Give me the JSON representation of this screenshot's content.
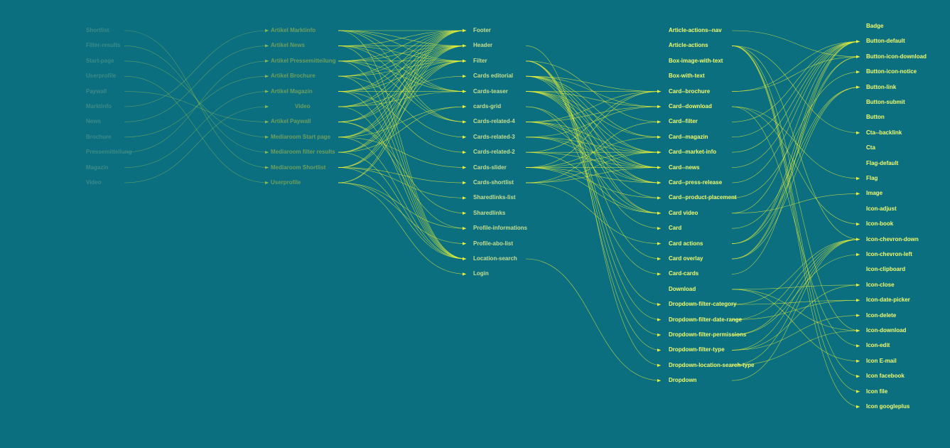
{
  "colors": {
    "background": "#0c6f80",
    "edge": "#e8f23a",
    "col1_text": "#3c8a86",
    "col2_text": "#6e9f5c",
    "col3_text": "#c7df8e",
    "col4_text": "#f1fb6c",
    "col5_text": "#f1fb6c"
  },
  "columns": [
    {
      "id": "pages",
      "nodes": [
        "Shortlist",
        "Filter-results",
        "Start-page",
        "Userprofile",
        "Paywall",
        "Marktinfo",
        "News",
        "Brochure",
        "Pressemitteilung",
        "Magazin",
        "Video"
      ]
    },
    {
      "id": "templates",
      "nodes": [
        "Artikel Marktinfo",
        "Artikel News",
        "Artikel Pressemitteilung",
        "Artikel Brochure",
        "Artikel Magazin",
        "Video",
        "Artikel Paywall",
        "Mediaroom  Start page",
        "Mediaroom filter results",
        "Mediaroom Shortlist",
        "Userprofile"
      ]
    },
    {
      "id": "organisms",
      "nodes": [
        "Footer",
        "Header",
        "Filter",
        "Cards editorial",
        "Cards-teaser",
        "cards-grid",
        "Cards-related-4",
        "Cards-related-3",
        "Cards-related-2",
        "Cards-slider",
        "Cards-shortlist",
        "Sharedlinks-list",
        "Sharedlinks",
        "Profile-informations",
        "Profile-abo-list",
        "Location-search",
        "Login"
      ]
    },
    {
      "id": "molecules",
      "nodes": [
        "Article-actions--nav",
        "Article-actions",
        "Box-image-with-text",
        "Box-with-text",
        "Card--brochure",
        "Card--download",
        "Card--filter",
        "Card--magazin",
        "Card--market-info",
        "Card--news",
        "Card--press-release",
        "Card--product-placement",
        "Card video",
        "Card",
        "Card actions",
        "Card overlay",
        "Card-cards",
        "Download",
        "Dropdown-filter-category",
        "Dropdown-filter-date-range",
        "Dropdown-filter-permissions",
        "Dropdown-filter-type",
        "Dropdown-location-search-type",
        "Dropdown"
      ]
    },
    {
      "id": "atoms",
      "nodes": [
        "Badge",
        "Button-default",
        "Button-icon-download",
        "Button-icon-notice",
        "Button-link",
        "Button-submit",
        "Button",
        "Cta--backlink",
        "Cta",
        "Flag-default",
        "Flag",
        "Image",
        "Icon-adjust",
        "Icon-book",
        "Icon-chevron-down",
        "Icon-chevron-left",
        "Icon-clipboard",
        "Icon-close",
        "Icon-date-picker",
        "Icon-delete",
        "Icon-download",
        "Icon-edit",
        "Icon E-mail",
        "Icon facebook",
        "Icon file",
        "Icon googleplus"
      ]
    }
  ],
  "edges": [
    [
      0,
      0,
      1,
      9
    ],
    [
      0,
      1,
      1,
      8
    ],
    [
      0,
      2,
      1,
      7
    ],
    [
      0,
      3,
      1,
      10
    ],
    [
      0,
      4,
      1,
      6
    ],
    [
      0,
      5,
      1,
      0
    ],
    [
      0,
      6,
      1,
      1
    ],
    [
      0,
      7,
      1,
      3
    ],
    [
      0,
      8,
      1,
      2
    ],
    [
      0,
      9,
      1,
      4
    ],
    [
      0,
      10,
      1,
      5
    ],
    [
      1,
      0,
      2,
      0
    ],
    [
      1,
      0,
      2,
      1
    ],
    [
      1,
      0,
      2,
      2
    ],
    [
      1,
      0,
      2,
      4
    ],
    [
      1,
      0,
      2,
      6
    ],
    [
      1,
      0,
      2,
      15
    ],
    [
      1,
      1,
      2,
      0
    ],
    [
      1,
      1,
      2,
      1
    ],
    [
      1,
      1,
      2,
      2
    ],
    [
      1,
      1,
      2,
      4
    ],
    [
      1,
      1,
      2,
      6
    ],
    [
      1,
      1,
      2,
      15
    ],
    [
      1,
      2,
      2,
      0
    ],
    [
      1,
      2,
      2,
      1
    ],
    [
      1,
      2,
      2,
      2
    ],
    [
      1,
      2,
      2,
      4
    ],
    [
      1,
      2,
      2,
      6
    ],
    [
      1,
      2,
      2,
      15
    ],
    [
      1,
      3,
      2,
      0
    ],
    [
      1,
      3,
      2,
      1
    ],
    [
      1,
      3,
      2,
      2
    ],
    [
      1,
      3,
      2,
      7
    ],
    [
      1,
      3,
      2,
      15
    ],
    [
      1,
      4,
      2,
      0
    ],
    [
      1,
      4,
      2,
      1
    ],
    [
      1,
      4,
      2,
      2
    ],
    [
      1,
      4,
      2,
      4
    ],
    [
      1,
      4,
      2,
      8
    ],
    [
      1,
      4,
      2,
      15
    ],
    [
      1,
      5,
      2,
      0
    ],
    [
      1,
      5,
      2,
      1
    ],
    [
      1,
      5,
      2,
      3
    ],
    [
      1,
      5,
      2,
      4
    ],
    [
      1,
      5,
      2,
      15
    ],
    [
      1,
      6,
      2,
      0
    ],
    [
      1,
      6,
      2,
      1
    ],
    [
      1,
      6,
      2,
      2
    ],
    [
      1,
      6,
      2,
      12
    ],
    [
      1,
      6,
      2,
      13
    ],
    [
      1,
      7,
      2,
      0
    ],
    [
      1,
      7,
      2,
      1
    ],
    [
      1,
      7,
      2,
      2
    ],
    [
      1,
      7,
      2,
      5
    ],
    [
      1,
      7,
      2,
      9
    ],
    [
      1,
      7,
      2,
      15
    ],
    [
      1,
      8,
      2,
      0
    ],
    [
      1,
      8,
      2,
      1
    ],
    [
      1,
      8,
      2,
      2
    ],
    [
      1,
      8,
      2,
      5
    ],
    [
      1,
      8,
      2,
      15
    ],
    [
      1,
      9,
      2,
      0
    ],
    [
      1,
      9,
      2,
      1
    ],
    [
      1,
      9,
      2,
      2
    ],
    [
      1,
      9,
      2,
      10
    ],
    [
      1,
      9,
      2,
      11
    ],
    [
      1,
      9,
      2,
      15
    ],
    [
      1,
      10,
      2,
      0
    ],
    [
      1,
      10,
      2,
      1
    ],
    [
      1,
      10,
      2,
      13
    ],
    [
      1,
      10,
      2,
      14
    ],
    [
      1,
      10,
      2,
      16
    ],
    [
      2,
      1,
      3,
      22
    ],
    [
      2,
      2,
      3,
      6
    ],
    [
      2,
      2,
      3,
      18
    ],
    [
      2,
      2,
      3,
      19
    ],
    [
      2,
      2,
      3,
      20
    ],
    [
      2,
      2,
      3,
      21
    ],
    [
      2,
      3,
      3,
      4
    ],
    [
      2,
      3,
      3,
      5
    ],
    [
      2,
      3,
      3,
      7
    ],
    [
      2,
      3,
      3,
      8
    ],
    [
      2,
      3,
      3,
      9
    ],
    [
      2,
      3,
      3,
      10
    ],
    [
      2,
      3,
      3,
      12
    ],
    [
      2,
      3,
      3,
      15
    ],
    [
      2,
      4,
      3,
      4
    ],
    [
      2,
      4,
      3,
      5
    ],
    [
      2,
      4,
      3,
      7
    ],
    [
      2,
      4,
      3,
      8
    ],
    [
      2,
      4,
      3,
      9
    ],
    [
      2,
      4,
      3,
      10
    ],
    [
      2,
      4,
      3,
      11
    ],
    [
      2,
      4,
      3,
      12
    ],
    [
      2,
      5,
      3,
      13
    ],
    [
      2,
      5,
      3,
      16
    ],
    [
      2,
      6,
      3,
      4
    ],
    [
      2,
      6,
      3,
      5
    ],
    [
      2,
      6,
      3,
      8
    ],
    [
      2,
      6,
      3,
      9
    ],
    [
      2,
      6,
      3,
      10
    ],
    [
      2,
      6,
      3,
      12
    ],
    [
      2,
      7,
      3,
      5
    ],
    [
      2,
      7,
      3,
      8
    ],
    [
      2,
      7,
      3,
      9
    ],
    [
      2,
      7,
      3,
      10
    ],
    [
      2,
      8,
      3,
      4
    ],
    [
      2,
      8,
      3,
      8
    ],
    [
      2,
      8,
      3,
      9
    ],
    [
      2,
      8,
      3,
      12
    ],
    [
      2,
      9,
      3,
      4
    ],
    [
      2,
      9,
      3,
      7
    ],
    [
      2,
      9,
      3,
      8
    ],
    [
      2,
      9,
      3,
      9
    ],
    [
      2,
      9,
      3,
      10
    ],
    [
      2,
      9,
      3,
      11
    ],
    [
      2,
      9,
      3,
      12
    ],
    [
      2,
      10,
      3,
      6
    ],
    [
      2,
      10,
      3,
      8
    ],
    [
      2,
      10,
      3,
      9
    ],
    [
      2,
      10,
      3,
      14
    ],
    [
      2,
      15,
      3,
      23
    ],
    [
      3,
      0,
      4,
      2
    ],
    [
      3,
      1,
      4,
      7
    ],
    [
      3,
      1,
      4,
      14
    ],
    [
      3,
      1,
      4,
      20
    ],
    [
      3,
      1,
      4,
      23
    ],
    [
      3,
      1,
      4,
      24
    ],
    [
      3,
      1,
      4,
      25
    ],
    [
      3,
      4,
      4,
      1
    ],
    [
      3,
      4,
      4,
      2
    ],
    [
      3,
      5,
      4,
      10
    ],
    [
      3,
      5,
      4,
      13
    ],
    [
      3,
      5,
      4,
      21
    ],
    [
      3,
      6,
      4,
      1
    ],
    [
      3,
      7,
      4,
      1
    ],
    [
      3,
      8,
      4,
      1
    ],
    [
      3,
      9,
      4,
      1
    ],
    [
      3,
      10,
      4,
      1
    ],
    [
      3,
      11,
      4,
      3
    ],
    [
      3,
      12,
      4,
      1
    ],
    [
      3,
      12,
      4,
      11
    ],
    [
      3,
      13,
      4,
      4
    ],
    [
      3,
      14,
      4,
      1
    ],
    [
      3,
      14,
      4,
      2
    ],
    [
      3,
      14,
      4,
      4
    ],
    [
      3,
      15,
      4,
      1
    ],
    [
      3,
      15,
      4,
      2
    ],
    [
      3,
      15,
      4,
      4
    ],
    [
      3,
      16,
      4,
      1
    ],
    [
      3,
      17,
      4,
      17
    ],
    [
      3,
      17,
      4,
      20
    ],
    [
      3,
      17,
      4,
      22
    ],
    [
      3,
      18,
      4,
      14
    ],
    [
      3,
      18,
      4,
      18
    ],
    [
      3,
      19,
      4,
      14
    ],
    [
      3,
      19,
      4,
      18
    ],
    [
      3,
      20,
      4,
      14
    ],
    [
      3,
      20,
      4,
      15
    ],
    [
      3,
      21,
      4,
      14
    ],
    [
      3,
      21,
      4,
      17
    ],
    [
      3,
      21,
      4,
      19
    ],
    [
      3,
      22,
      4,
      14
    ],
    [
      3,
      22,
      4,
      20
    ],
    [
      3,
      23,
      4,
      14
    ]
  ]
}
